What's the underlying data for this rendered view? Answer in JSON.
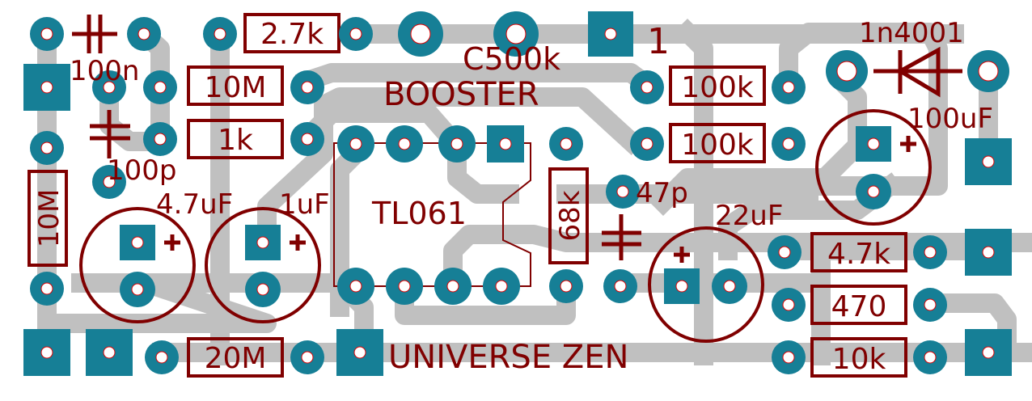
{
  "colors": {
    "background": "#ffffff",
    "trace": "#c0c0c0",
    "pad": "#167f96",
    "silkscreen": "#800000",
    "drill": "#ffffff",
    "drill_outline": "#e00000"
  },
  "board": {
    "title": "C500k",
    "subtitle": "BOOSTER",
    "credit": "UNIVERSE ZEN",
    "pot_pin_label": "1"
  },
  "ic": {
    "part": "TL061"
  },
  "resistors": [
    {
      "value": "2.7k"
    },
    {
      "value": "10M"
    },
    {
      "value": "1k"
    },
    {
      "value": "10M"
    },
    {
      "value": "20M"
    },
    {
      "value": "100k"
    },
    {
      "value": "100k"
    },
    {
      "value": "68k"
    },
    {
      "value": "4.7k"
    },
    {
      "value": "470"
    },
    {
      "value": "10k"
    }
  ],
  "capacitors": [
    {
      "value": "100n"
    },
    {
      "value": "100p"
    },
    {
      "value": "4.7uF",
      "polarity": "+"
    },
    {
      "value": "1uF",
      "polarity": "+"
    },
    {
      "value": "47p"
    },
    {
      "value": "22uF",
      "polarity": "+"
    },
    {
      "value": "100uF",
      "polarity": "+"
    }
  ],
  "diode": {
    "part": "1n4001"
  }
}
